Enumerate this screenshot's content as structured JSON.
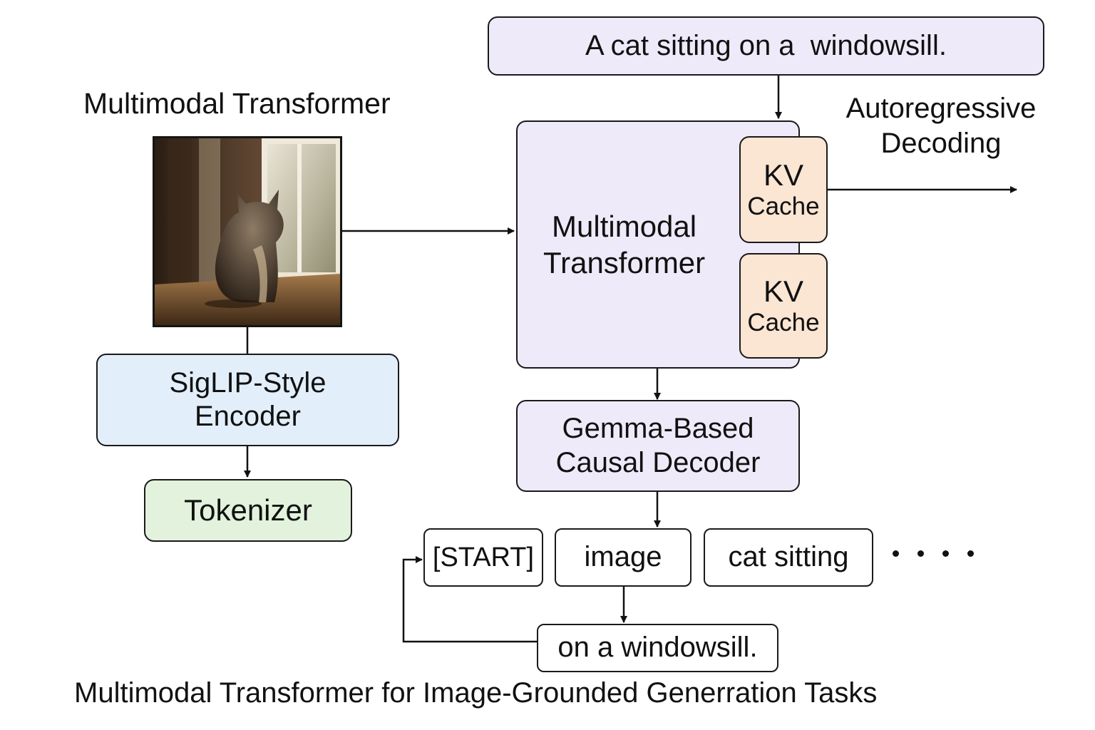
{
  "caption_box": "A cat sitting on a  windowsill.",
  "left_title": "Multimodal Transformer",
  "autoregressive_label": [
    "Autoregressive",
    "Decoding"
  ],
  "transformer_box": [
    "Multimodal",
    "Transformer"
  ],
  "kv_cache_top": [
    "KV",
    "Cache"
  ],
  "kv_cache_bottom": [
    "KV",
    "Cache"
  ],
  "encoder_box": [
    "SigLIP-Style",
    "Encoder"
  ],
  "tokenizer_box": "Tokenizer",
  "decoder_box": [
    "Gemma-Based",
    "Causal Decoder"
  ],
  "tokens": [
    "[START]",
    "image",
    "cat sitting"
  ],
  "output_token": "on a windowsill.",
  "footer_title": "Multimodal Transformer for Image-Grounded Generration Tasks",
  "colors": {
    "lavender": "#efeaf9",
    "light_blue": "#e2effa",
    "light_green": "#e2f2dc",
    "peach": "#fbe5d3",
    "stroke": "#1a1a1a"
  }
}
